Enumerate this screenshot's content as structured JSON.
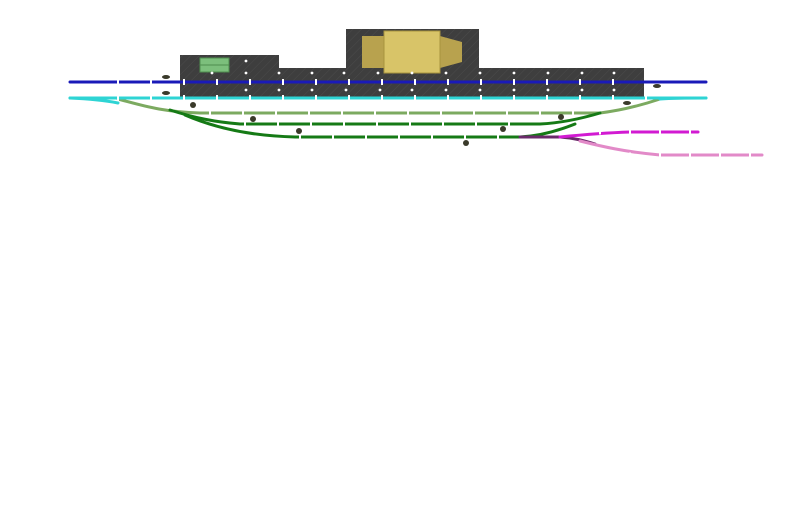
{
  "diagram": {
    "kind": "model railway track plan",
    "background_color": "#ffffff",
    "colors": {
      "platform": "#3e3e3e",
      "platform_hatch": "#4a4a4a",
      "building_outer": "#b8a24e",
      "building_inner": "#d8c468",
      "shed": "#7cbf7c",
      "main_line_upper": "#1a1ab8",
      "main_line_lower": "#2ed4d4",
      "yard_tracks": "#157a15",
      "yard_outer_track": "#7caa60",
      "siding_upper": "#d21ad2",
      "siding_lower": "#e28ac8",
      "siding_junction": "#6a2a6a",
      "markers": "#3a3a2a",
      "sleepers": "#ffffff"
    },
    "elements": [
      "platform-left",
      "platform-center",
      "platform-main",
      "station-building",
      "goods-shed",
      "track-main-upper",
      "track-main-lower",
      "track-yard-outer",
      "track-yard-1",
      "track-yard-2",
      "track-yard-3",
      "track-siding-upper",
      "track-siding-lower",
      "signal-markers"
    ]
  }
}
